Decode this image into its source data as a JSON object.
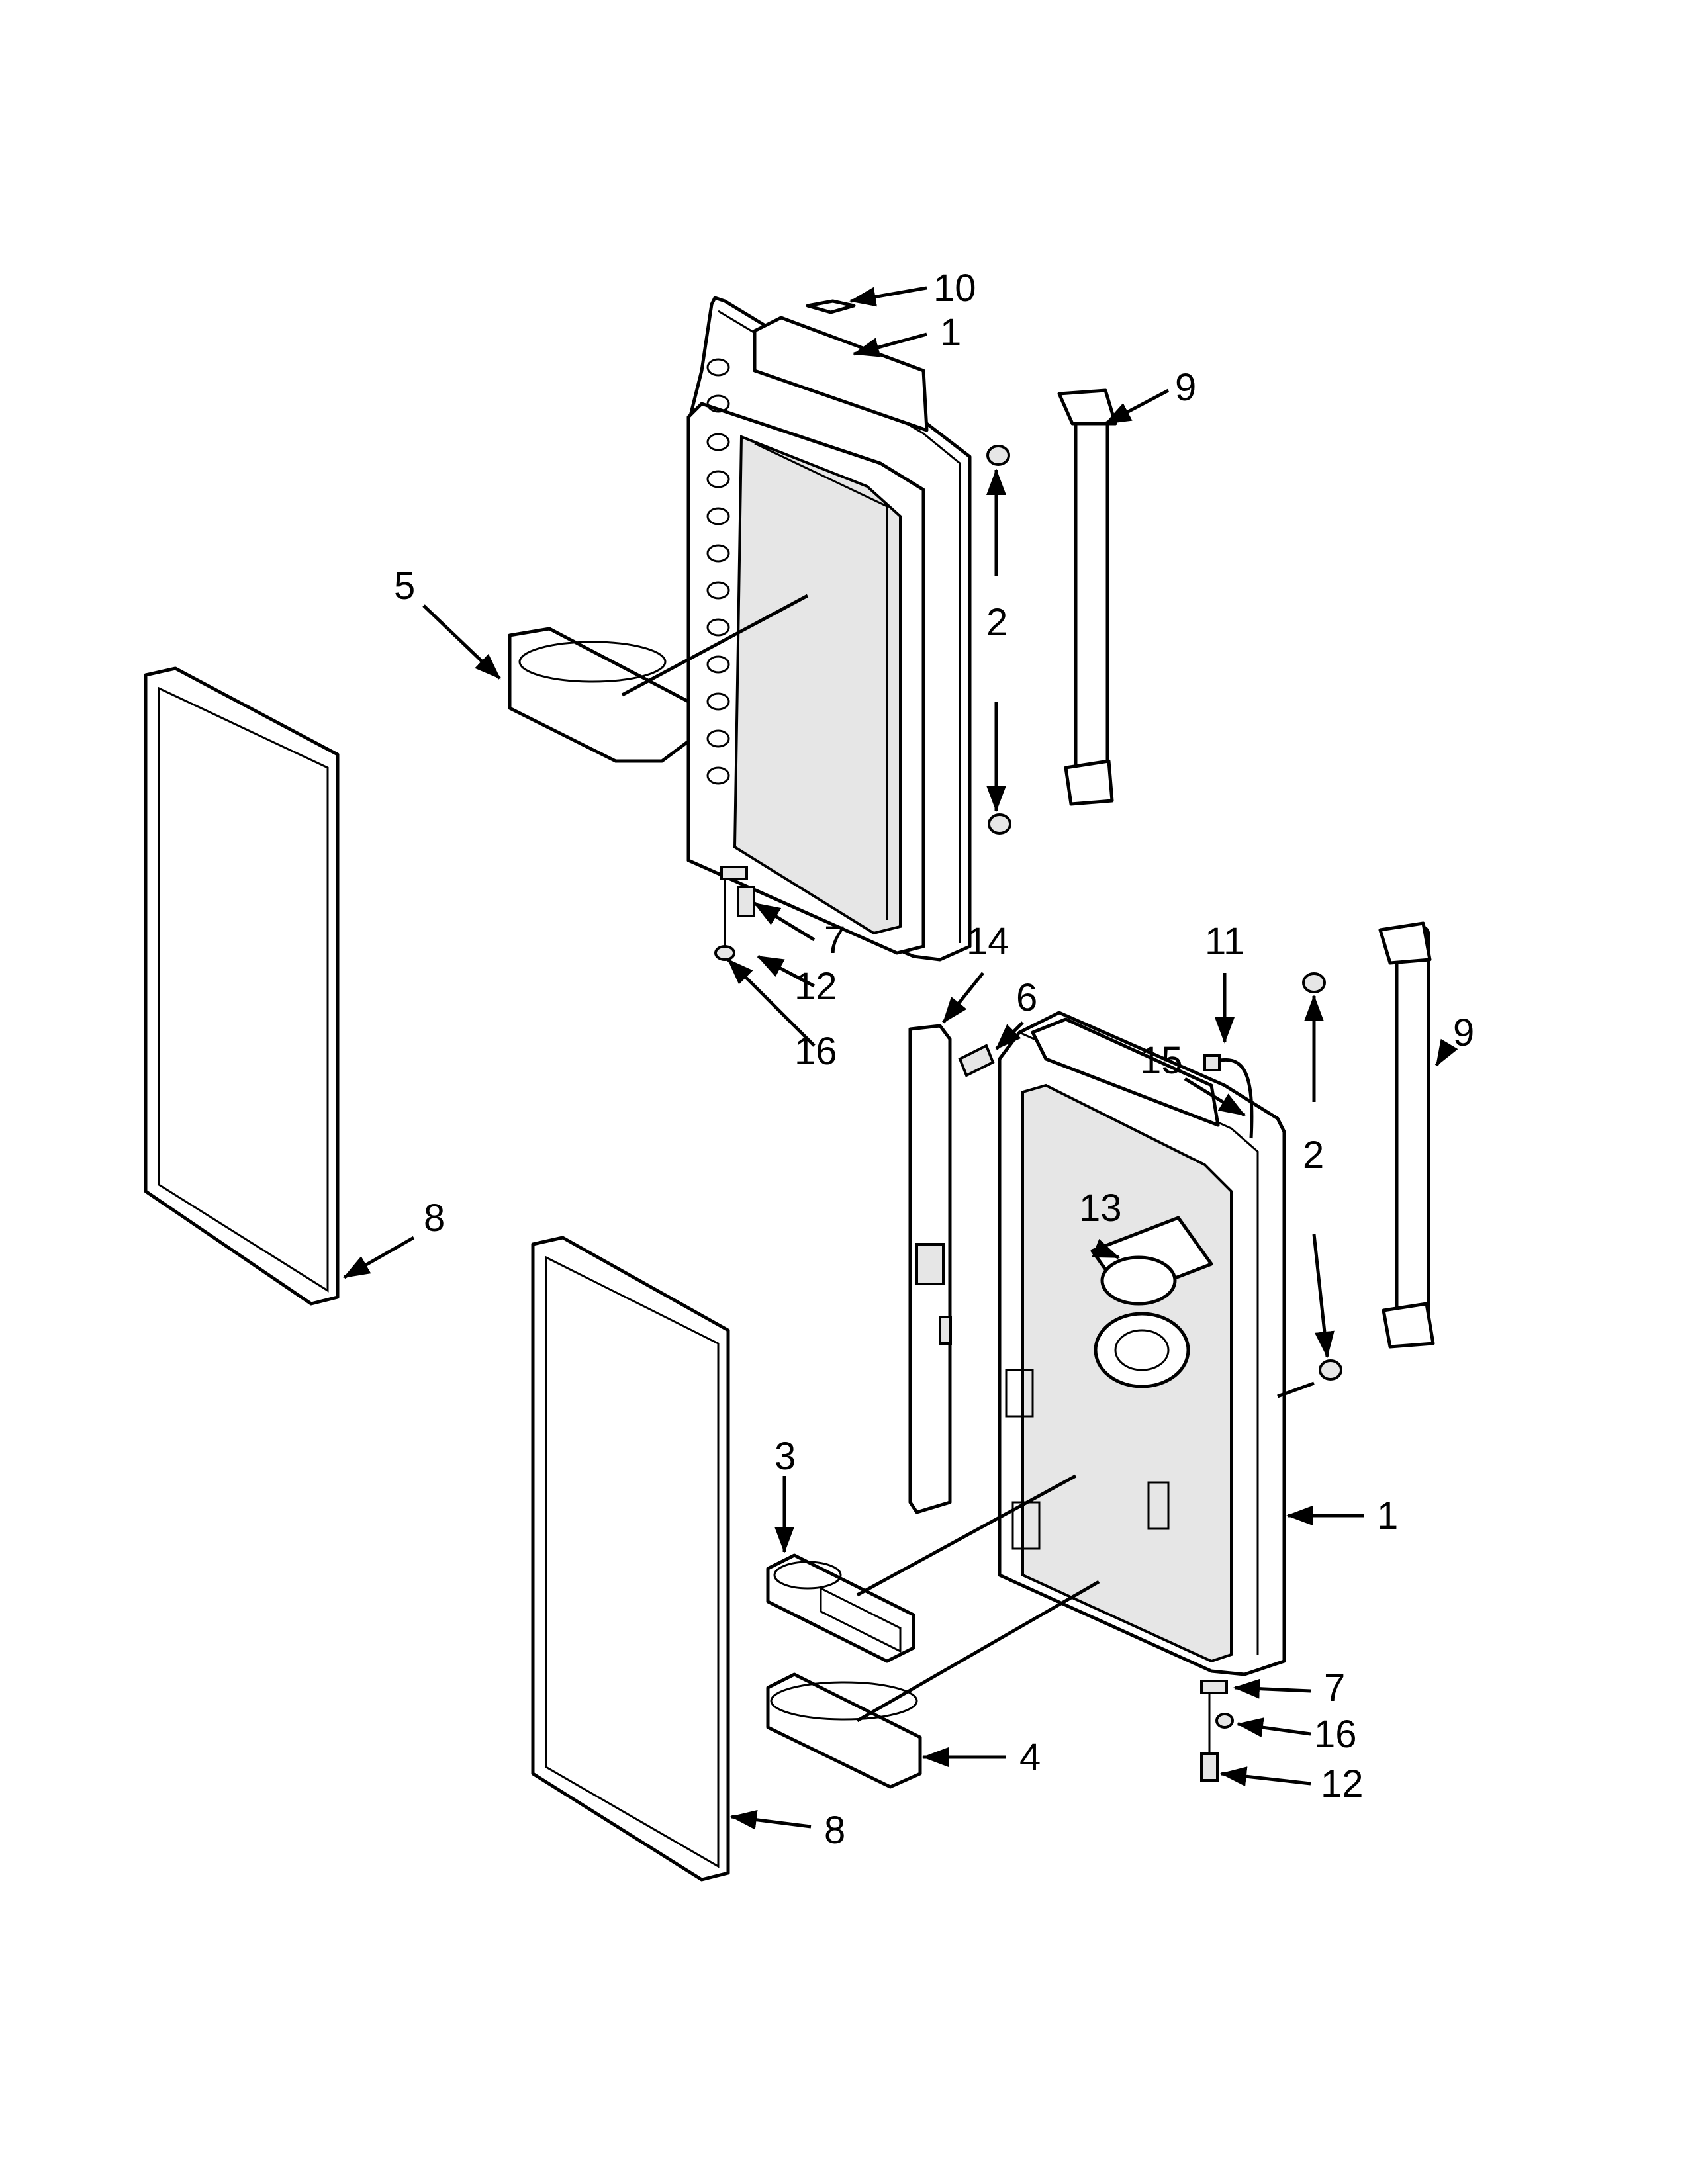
{
  "callouts": {
    "c10": "10",
    "c1_top": "1",
    "c9_top": "9",
    "c2_top": "2",
    "c5": "5",
    "c7_top": "7",
    "c12_top": "12",
    "c16_top": "16",
    "c14": "14",
    "c6": "6",
    "c11": "11",
    "c15": "15",
    "c9_bottom": "9",
    "c2_bottom": "2",
    "c13": "13",
    "c8_left": "8",
    "c3": "3",
    "c1_bottom": "1",
    "c7_bottom": "7",
    "c16_bottom": "16",
    "c4": "4",
    "c12_bottom": "12",
    "c8_bottom": "8"
  }
}
